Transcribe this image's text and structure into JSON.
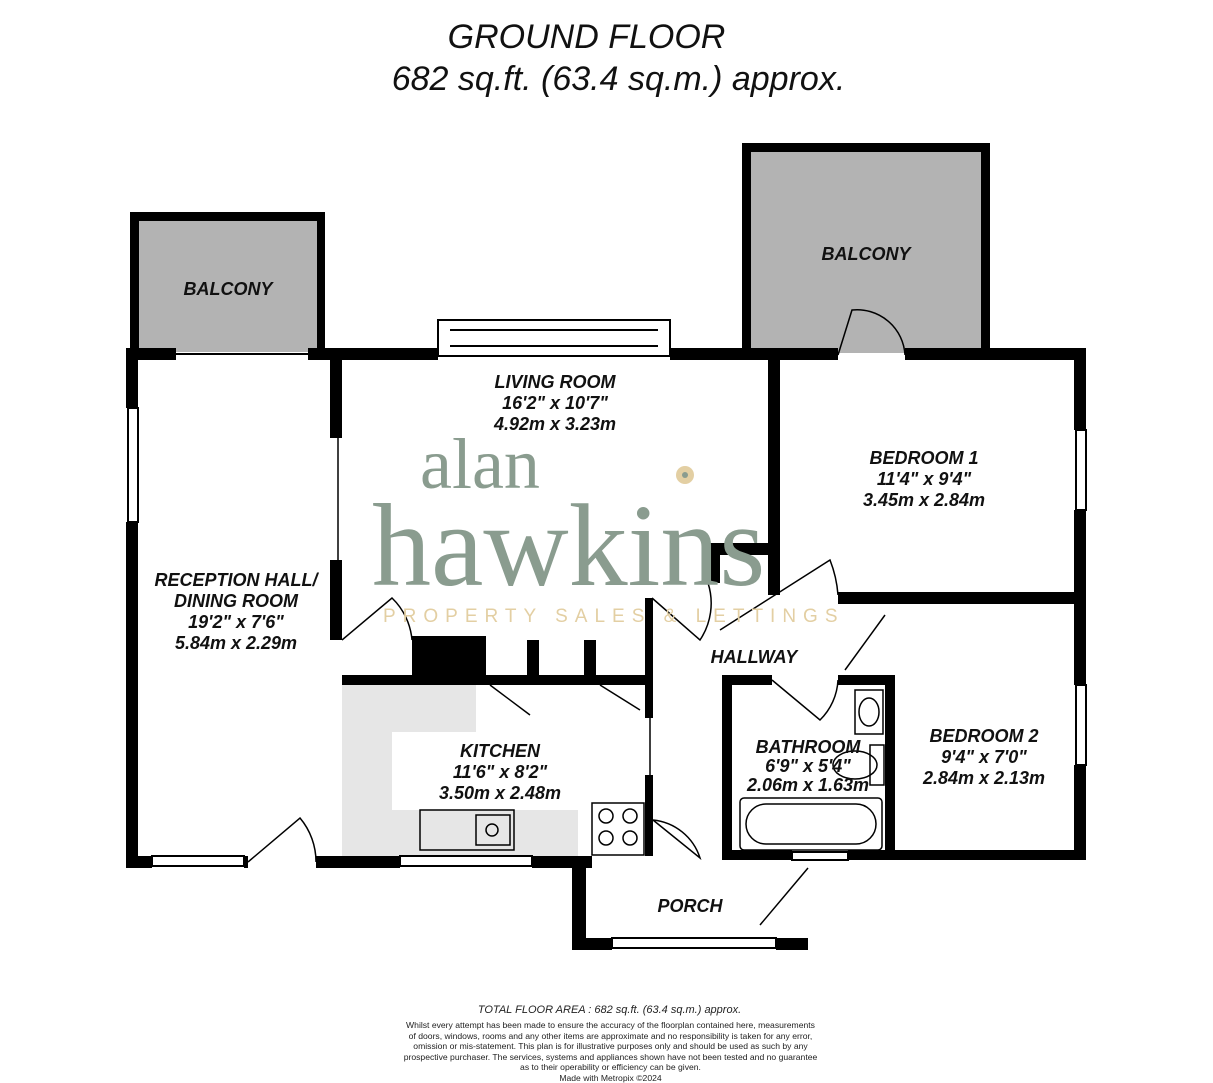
{
  "header": {
    "title": "GROUND FLOOR",
    "area": "682 sq.ft. (63.4 sq.m.) approx."
  },
  "rooms": [
    {
      "name": "BALCONY"
    },
    {
      "name": "BALCONY"
    },
    {
      "name": "LIVING ROOM",
      "imperial": "16'2\"  x 10'7\"",
      "metric": "4.92m  x 3.23m"
    },
    {
      "name": "BEDROOM 1",
      "imperial": "11'4\"  x 9'4\"",
      "metric": "3.45m  x 2.84m"
    },
    {
      "name": "RECEPTION HALL/",
      "name2": "DINING ROOM",
      "imperial": "19'2\"  x 7'6\"",
      "metric": "5.84m  x 2.29m"
    },
    {
      "name": "HALLWAY"
    },
    {
      "name": "KITCHEN",
      "imperial": "11'6\"  x 8'2\"",
      "metric": "3.50m  x 2.48m"
    },
    {
      "name": "BATHROOM",
      "imperial": "6'9\"  x 5'4\"",
      "metric": "2.06m  x 1.63m"
    },
    {
      "name": "BEDROOM 2",
      "imperial": "9'4\"  x 7'0\"",
      "metric": "2.84m  x 2.13m"
    },
    {
      "name": "PORCH"
    }
  ],
  "watermark": {
    "line1": "alan",
    "line2": "hawkins",
    "tagline": "PROPERTY SALES & LETTINGS"
  },
  "footer": {
    "total": "TOTAL FLOOR AREA : 682 sq.ft. (63.4 sq.m.) approx.",
    "disclaimer": "Whilst every attempt has been made to ensure the accuracy of the floorplan contained here, measurements of doors, windows, rooms and any other items are approximate and no responsibility is taken for any error, omission or mis-statement. This plan is for illustrative purposes only and should be used as such by any prospective purchaser. The services, systems and appliances shown have not been tested and no guarantee as to their operability or efficiency can be given.",
    "credit": "Made with Metropix ©2024"
  },
  "colors": {
    "wall": "#000000",
    "balcony": "#b3b3b3",
    "counter": "#e6e6e6",
    "logo": "#8a9c8f",
    "tagline": "#e3cfa3"
  }
}
